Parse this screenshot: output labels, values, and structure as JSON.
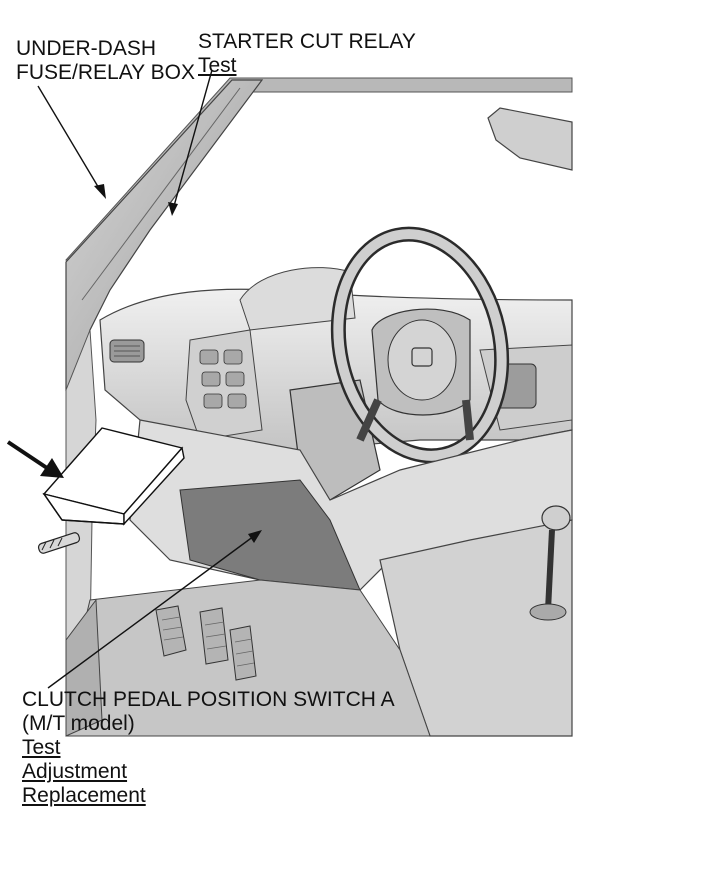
{
  "callouts": {
    "fuse_box": {
      "lines": [
        "UNDER-DASH",
        "FUSE/RELAY BOX"
      ]
    },
    "starter_cut_relay": {
      "title": "STARTER CUT RELAY",
      "links": [
        "Test"
      ]
    },
    "clutch_switch": {
      "title": "CLUTCH PEDAL POSITION SWITCH A",
      "subtitle": "(M/T model)",
      "links": [
        "Test",
        "Adjustment",
        "Replacement"
      ]
    }
  },
  "colors": {
    "line": "#111111",
    "panel_light": "#e6e6e6",
    "panel_mid": "#c9c9c9",
    "panel_dark": "#8f8f8f"
  }
}
